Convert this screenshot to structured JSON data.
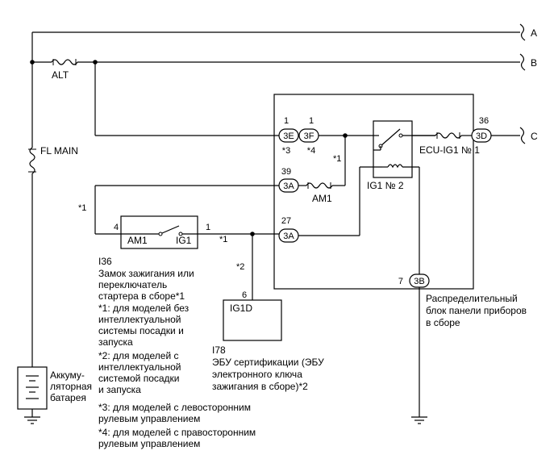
{
  "terminals": {
    "a": "A",
    "b": "B",
    "c": "C"
  },
  "fuses": {
    "alt": "ALT",
    "fl_main": "FL MAIN",
    "am1": "AM1",
    "ecu_ig1": "ECU-IG1 № 1"
  },
  "relay": {
    "label": "IG1 № 2"
  },
  "connectors": {
    "c3e": {
      "code": "3E",
      "pin": "1",
      "note": "*3"
    },
    "c3f": {
      "code": "3F",
      "pin": "1",
      "note": "*4"
    },
    "c3d": {
      "code": "3D",
      "pin": "36"
    },
    "c3a_top": {
      "code": "3A",
      "pin": "39"
    },
    "c3a_bottom": {
      "code": "3A",
      "pin": "27"
    },
    "c3b": {
      "code": "3B",
      "pin": "7"
    }
  },
  "notes_on_wires": {
    "n1_relay": "*1",
    "n1_left": "*1",
    "n1_switch_out": "*1",
    "n2": "*2"
  },
  "ignition_switch": {
    "id": "I36",
    "pin_left": "4",
    "pin_right": "1",
    "contact_left": "AM1",
    "contact_right": "IG1",
    "name_lines": [
      "Замок зажигания или",
      "переключатель",
      "стартера в сборе*1"
    ]
  },
  "certification_ecu": {
    "id": "I78",
    "pin": "6",
    "terminal": "IG1D",
    "name_lines": [
      "ЭБУ сертификации (ЭБУ",
      "электронного ключа",
      "зажигания в сборе)*2"
    ]
  },
  "junction_block": {
    "name_lines": [
      "Распределительный",
      "блок панели приборов",
      "в сборе"
    ]
  },
  "battery": {
    "name_lines": [
      "Аккуму-",
      "ляторная",
      "батарея"
    ]
  },
  "footnotes": {
    "f1": [
      "*1: для моделей без",
      "интеллектуальной",
      "системы посадки и",
      "запуска"
    ],
    "f2": [
      "*2: для моделей с",
      "интеллектуальной",
      "системой посадки",
      "и запуска"
    ],
    "f3": [
      "*3: для моделей с левосторонним",
      "рулевым управлением"
    ],
    "f4": [
      "*4: для моделей с правосторонним",
      "рулевым управлением"
    ]
  }
}
